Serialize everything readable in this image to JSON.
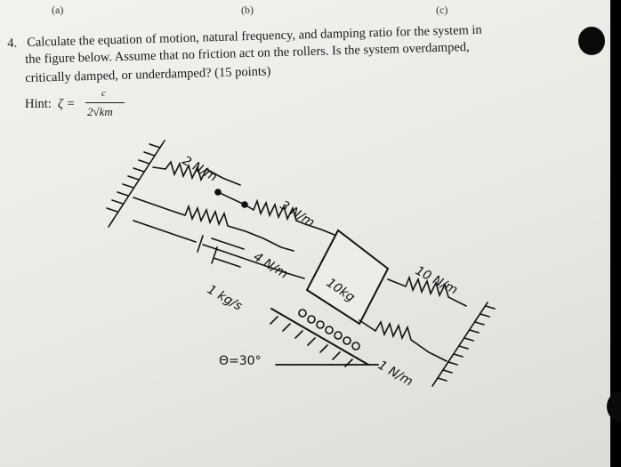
{
  "labels_top": [
    "(a)",
    "(b)",
    "(c)"
  ],
  "question": {
    "number": "4.",
    "line1": "Calculate the equation of motion, natural frequency, and damping ratio for the system in",
    "line2": "the figure below. Assume that no friction act on the rollers. Is the system overdamped,",
    "line3": "critically damped, or underdamped? (15 points)"
  },
  "hint": {
    "label": "Hint:",
    "zeta": "ζ =",
    "numerator": "c",
    "denominator": "2√km"
  },
  "figure": {
    "spring_2": "2 N/m",
    "spring_3": "3 N/m",
    "spring_4": "4 N/m",
    "spring_10": "10 N/m",
    "spring_1": "1 N/m",
    "damper": "1 kg/s",
    "mass": "10kg",
    "angle": "Θ=30°"
  }
}
